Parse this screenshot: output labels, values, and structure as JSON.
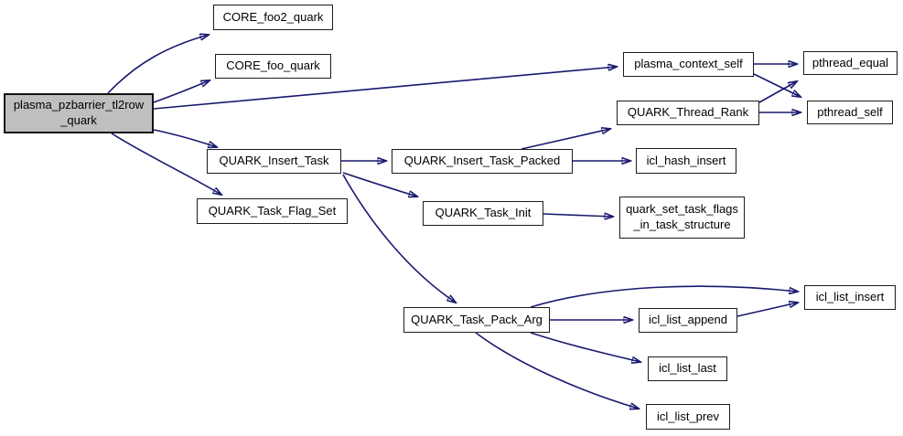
{
  "diagram": {
    "kind": "call-graph",
    "root": "plasma_pzbarrier_tl2row_quark"
  },
  "colors": {
    "background": "#ffffff",
    "edge": "#191970",
    "node_fill": "#ffffff",
    "node_border": "#1c1c1c",
    "root_fill": "#bfbfbf",
    "text": "#000000"
  },
  "nodes": [
    {
      "id": "plasma_pzbarrier_tl2row_quark",
      "label": "plasma_pzbarrier_tl2row\n_quark"
    },
    {
      "id": "CORE_foo2_quark",
      "label": "CORE_foo2_quark"
    },
    {
      "id": "CORE_foo_quark",
      "label": "CORE_foo_quark"
    },
    {
      "id": "QUARK_Insert_Task",
      "label": "QUARK_Insert_Task"
    },
    {
      "id": "QUARK_Task_Flag_Set",
      "label": "QUARK_Task_Flag_Set"
    },
    {
      "id": "QUARK_Insert_Task_Packed",
      "label": "QUARK_Insert_Task_Packed"
    },
    {
      "id": "plasma_context_self",
      "label": "plasma_context_self"
    },
    {
      "id": "pthread_equal",
      "label": "pthread_equal"
    },
    {
      "id": "QUARK_Thread_Rank",
      "label": "QUARK_Thread_Rank"
    },
    {
      "id": "pthread_self",
      "label": "pthread_self"
    },
    {
      "id": "icl_hash_insert",
      "label": "icl_hash_insert"
    },
    {
      "id": "QUARK_Task_Init",
      "label": "QUARK_Task_Init"
    },
    {
      "id": "quark_set_task_flags_in_task_structure",
      "label": "quark_set_task_flags\n_in_task_structure"
    },
    {
      "id": "QUARK_Task_Pack_Arg",
      "label": "QUARK_Task_Pack_Arg"
    },
    {
      "id": "icl_list_insert",
      "label": "icl_list_insert"
    },
    {
      "id": "icl_list_append",
      "label": "icl_list_append"
    },
    {
      "id": "icl_list_last",
      "label": "icl_list_last"
    },
    {
      "id": "icl_list_prev",
      "label": "icl_list_prev"
    }
  ],
  "edges": [
    {
      "from": "plasma_pzbarrier_tl2row_quark",
      "to": "CORE_foo2_quark"
    },
    {
      "from": "plasma_pzbarrier_tl2row_quark",
      "to": "CORE_foo_quark"
    },
    {
      "from": "plasma_pzbarrier_tl2row_quark",
      "to": "plasma_context_self"
    },
    {
      "from": "plasma_pzbarrier_tl2row_quark",
      "to": "QUARK_Insert_Task"
    },
    {
      "from": "plasma_pzbarrier_tl2row_quark",
      "to": "QUARK_Task_Flag_Set"
    },
    {
      "from": "QUARK_Insert_Task",
      "to": "QUARK_Insert_Task_Packed"
    },
    {
      "from": "QUARK_Insert_Task",
      "to": "QUARK_Task_Init"
    },
    {
      "from": "QUARK_Insert_Task",
      "to": "QUARK_Task_Pack_Arg"
    },
    {
      "from": "QUARK_Insert_Task_Packed",
      "to": "QUARK_Thread_Rank"
    },
    {
      "from": "QUARK_Insert_Task_Packed",
      "to": "icl_hash_insert"
    },
    {
      "from": "plasma_context_self",
      "to": "pthread_equal"
    },
    {
      "from": "plasma_context_self",
      "to": "pthread_self"
    },
    {
      "from": "QUARK_Thread_Rank",
      "to": "pthread_equal"
    },
    {
      "from": "QUARK_Thread_Rank",
      "to": "pthread_self"
    },
    {
      "from": "QUARK_Task_Init",
      "to": "quark_set_task_flags_in_task_structure"
    },
    {
      "from": "QUARK_Task_Pack_Arg",
      "to": "icl_list_insert"
    },
    {
      "from": "QUARK_Task_Pack_Arg",
      "to": "icl_list_append"
    },
    {
      "from": "icl_list_append",
      "to": "icl_list_insert"
    },
    {
      "from": "QUARK_Task_Pack_Arg",
      "to": "icl_list_last"
    },
    {
      "from": "QUARK_Task_Pack_Arg",
      "to": "icl_list_prev"
    }
  ]
}
